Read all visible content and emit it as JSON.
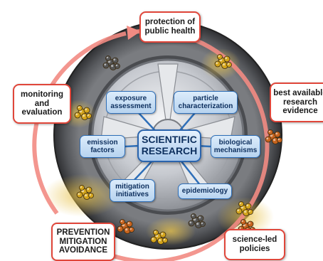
{
  "diagram": {
    "center": {
      "lines": [
        "SCIENTIFIC",
        "RESEARCH"
      ]
    },
    "outer_cycle": [
      {
        "id": "protection",
        "lines": [
          "protection of",
          "public health"
        ]
      },
      {
        "id": "best-evidence",
        "lines": [
          "best available",
          "research",
          "evidence"
        ]
      },
      {
        "id": "science-led",
        "lines": [
          "science-led",
          "policies"
        ]
      },
      {
        "id": "prevention",
        "lines": [
          "PREVENTION",
          "MITIGATION",
          "AVOIDANCE"
        ]
      },
      {
        "id": "monitoring",
        "lines": [
          "monitoring",
          "and",
          "evaluation"
        ]
      }
    ],
    "research_topics": [
      {
        "id": "exposure",
        "lines": [
          "exposure",
          "assessment"
        ]
      },
      {
        "id": "particle",
        "lines": [
          "particle",
          "characterization"
        ]
      },
      {
        "id": "biological",
        "lines": [
          "biological",
          "mechanisms"
        ]
      },
      {
        "id": "epidemiology",
        "lines": [
          "epidemiology"
        ]
      },
      {
        "id": "mitigation",
        "lines": [
          "mitigation",
          "initiatives"
        ]
      },
      {
        "id": "emission",
        "lines": [
          "emission",
          "factors"
        ]
      }
    ]
  },
  "colors": {
    "cycle_arrow": "#f28b83",
    "outer_border": "#e0463a",
    "inner_border": "#2f6fb8",
    "inner_fill": "#c9dff5",
    "tyre": "#4a4c50",
    "rim": "#c9ccd1",
    "particle_gold": "#d4a51c",
    "particle_dark": "#555555",
    "particle_orange": "#c8641e"
  },
  "icons": [
    "tyre-wheel-icon",
    "particle-cluster-icon",
    "cycle-arrow-icon"
  ]
}
